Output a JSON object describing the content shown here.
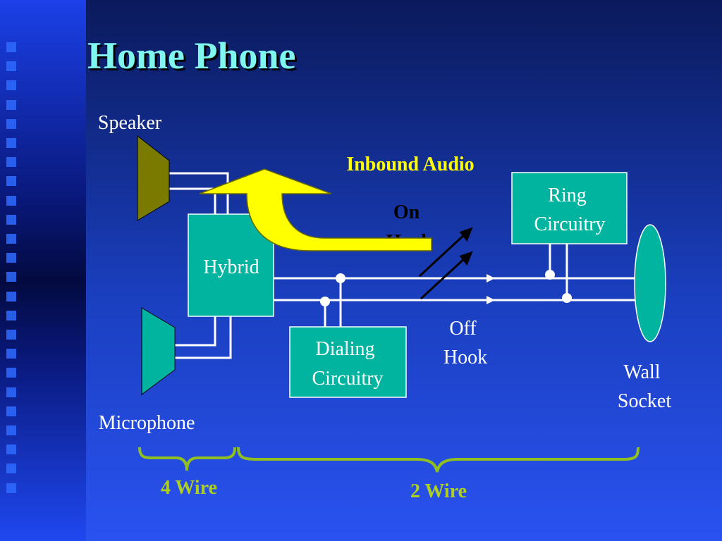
{
  "slide": {
    "title": "Home Phone"
  },
  "labels": {
    "speaker": "Speaker",
    "microphone": "Microphone",
    "hybrid": "Hybrid",
    "inbound_audio": "Inbound Audio",
    "on_hook": [
      "On",
      "Hook"
    ],
    "off_hook": [
      "Off",
      "Hook"
    ],
    "ring_circuitry": [
      "Ring",
      "Circuitry"
    ],
    "dialing_circuitry": [
      "Dialing",
      "Circuitry"
    ],
    "wall_socket": [
      "Wall",
      "Socket"
    ],
    "four_wire": "4 Wire",
    "two_wire": "2 Wire"
  },
  "colors": {
    "title": "#7ff6ee",
    "box_fill": "#00b4a0",
    "speaker_fill": "#7a7a00",
    "arrow_fill": "#ffff00",
    "inbound_text": "#ffff00",
    "brace": "#90c020",
    "brace_text": "#b0d020",
    "wire": "#ffffff"
  }
}
